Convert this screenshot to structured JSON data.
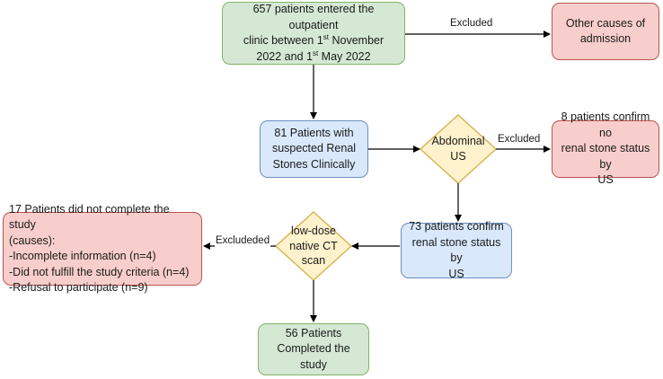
{
  "nodes": {
    "start": {
      "line1": "657 patients entered the outpatient",
      "line2_pre": "clinic between 1",
      "line2_sup": "st",
      "line2_post": " November",
      "line3_pre": "2022 and 1",
      "line3_sup": "st",
      "line3_post": " May 2022"
    },
    "other_causes": {
      "line1": "Other causes of",
      "line2": "admission"
    },
    "suspected": {
      "line1": "81 Patients with",
      "line2": "suspected Renal",
      "line3": "Stones Clinically"
    },
    "abdominal_us": {
      "line1": "Abdominal",
      "line2": "US"
    },
    "no_stone": {
      "line1": "8 patients confirm no",
      "line2": "renal stone status by",
      "line3": "US"
    },
    "confirmed": {
      "line1": "73 patients confirm",
      "line2": "renal stone status by",
      "line3": "US"
    },
    "ct_scan": {
      "line1": "low-dose",
      "line2": "native CT",
      "line3": "scan"
    },
    "incomplete": {
      "line1": "17 Patients did not complete the study",
      "line2": "(causes):",
      "line3": "-Incomplete information (n=4)",
      "line4": "-Did not fulfill the study criteria (n=4)",
      "line5": "-Refusal to participate (n=9)"
    },
    "completed": {
      "line1": "56 Patients",
      "line2": "Completed the study"
    }
  },
  "edges": {
    "excluded_top": "Excluded",
    "excluded_us": "Excluded",
    "excluded_ct": "Excludeded"
  },
  "colors": {
    "green_fill": "#d5e8d4",
    "green_stroke": "#82b366",
    "blue_fill": "#dae8fc",
    "blue_stroke": "#6c8ebf",
    "red_fill": "#f8cecc",
    "red_stroke": "#b85450",
    "diamond_fill": "#fff2cc",
    "diamond_stroke": "#d6b656",
    "arrow": "#000000"
  }
}
